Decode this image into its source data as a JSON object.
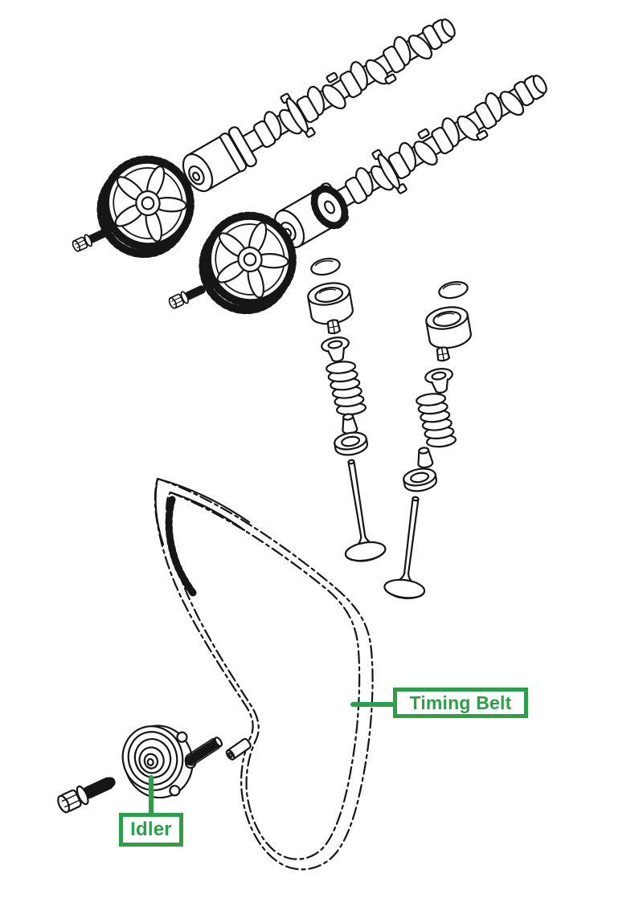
{
  "page": {
    "background": "#ffffff"
  },
  "diagram": {
    "kind": "exploded-parts-line-drawing",
    "subject": "Engine valvetrain and timing belt assembly",
    "ink_color": "#161616"
  },
  "colors": {
    "accent": "#2f9e4a"
  },
  "labels": {
    "timing_belt": {
      "text": "Timing Belt"
    },
    "idler": {
      "text": "Idler"
    }
  },
  "parts": [
    "camshaft-intake",
    "camshaft-exhaust",
    "camshaft-sub-gear",
    "camshaft-timing-gear-left",
    "camshaft-timing-gear-right",
    "gear-bolt-left",
    "gear-bolt-right",
    "valve-shim",
    "valve-lifter",
    "valve-keeper",
    "spring-retainer",
    "valve-spring",
    "valve-stem-seal",
    "spring-seat",
    "valve-left",
    "valve-right",
    "timing-belt",
    "idler-pulley",
    "idler-bolt",
    "stud",
    "pin"
  ]
}
